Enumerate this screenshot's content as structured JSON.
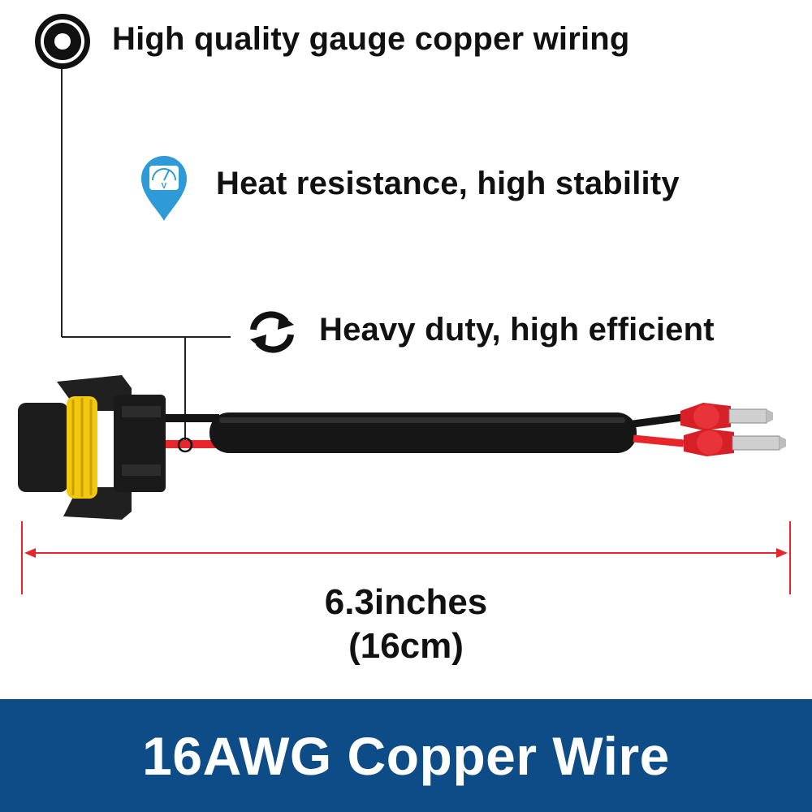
{
  "features": [
    {
      "icon": "target-dot-icon",
      "text": "High quality gauge copper wiring"
    },
    {
      "icon": "gauge-pin-icon",
      "text": "Heat resistance, high stability"
    },
    {
      "icon": "sync-arrows-icon",
      "text": "Heavy duty, high efficient"
    }
  ],
  "measurement": {
    "inches": "6.3inches",
    "cm": "(16cm)"
  },
  "banner": {
    "text": "16AWG Copper Wire"
  },
  "colors": {
    "banner_bg": "#0e4c87",
    "accent_red": "#e8252b",
    "connector_black": "#1a1a1a",
    "seal_yellow": "#f3c80f",
    "icon_blue": "#2f9ad8"
  }
}
